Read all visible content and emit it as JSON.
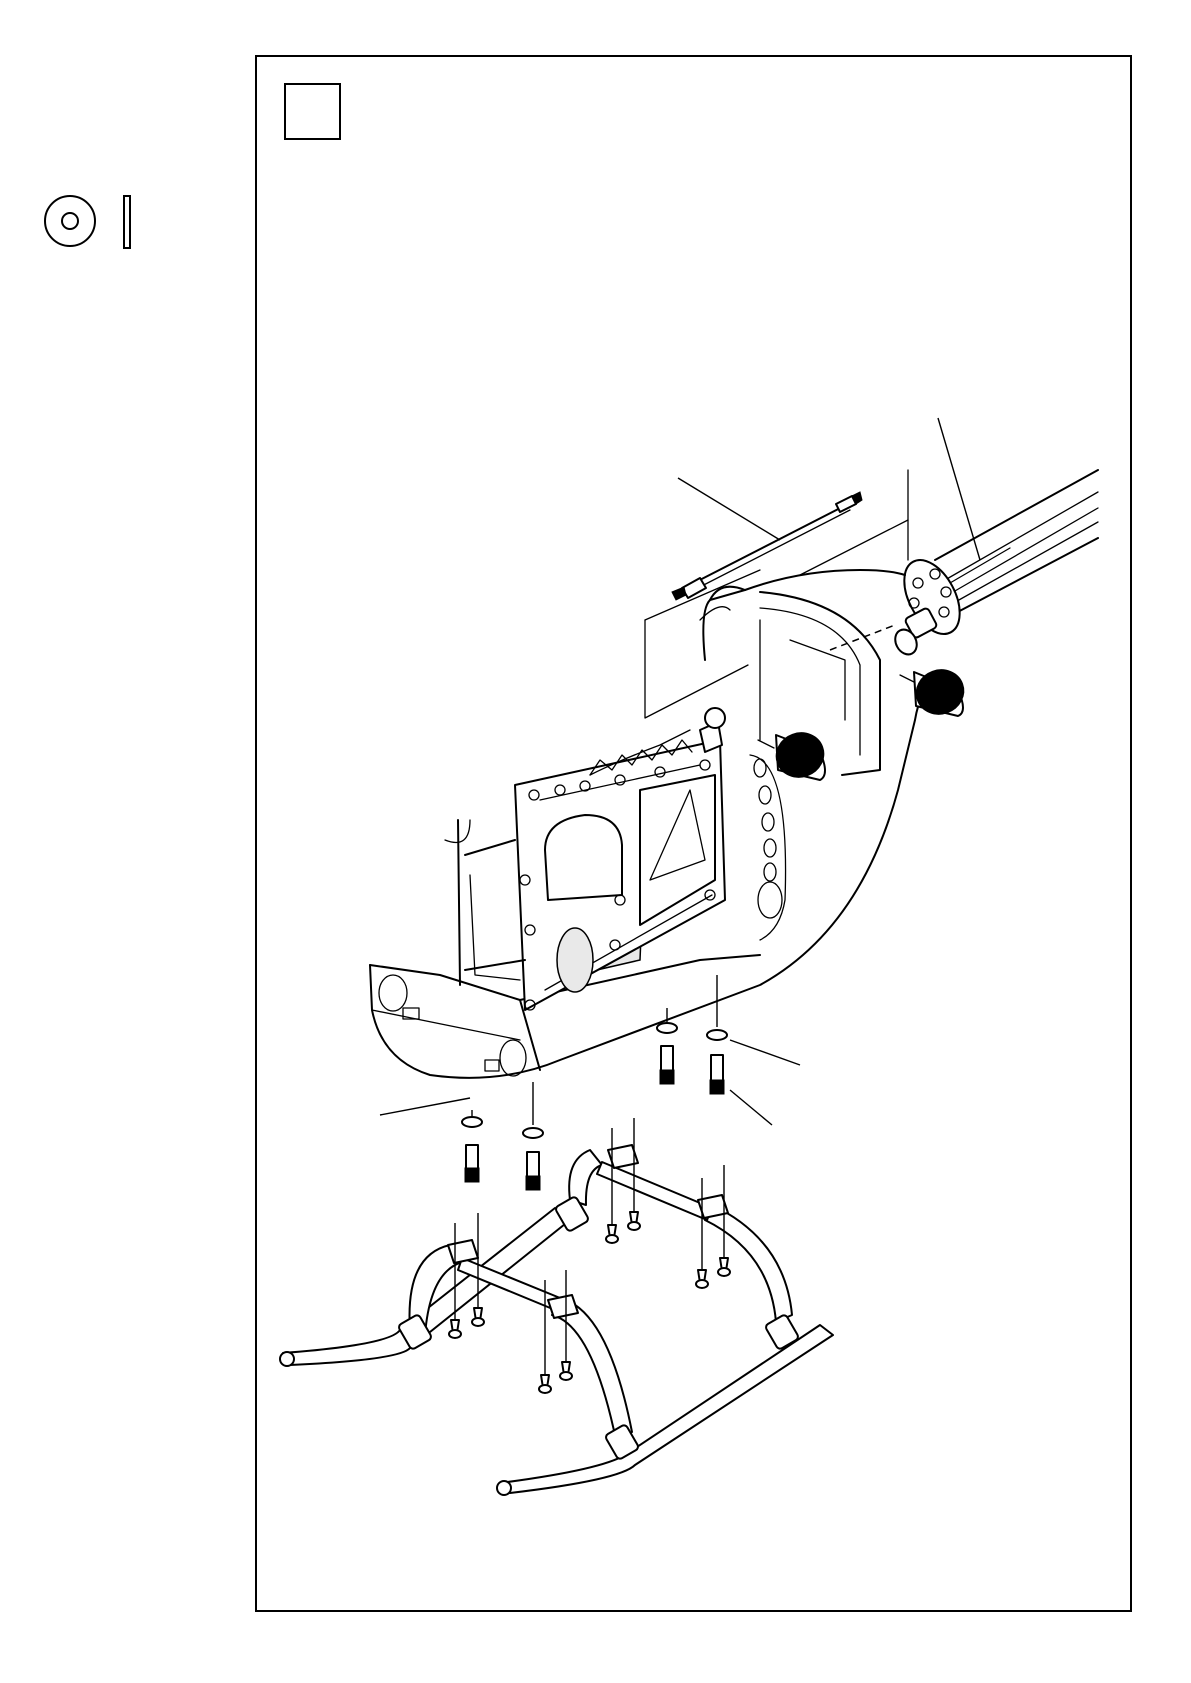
{
  "step": {
    "number": ""
  },
  "hardware_callout": {
    "icons": [
      "washer-face-icon",
      "washer-edge-icon"
    ]
  },
  "parts": [
    "tail-boom",
    "tail-pushrod",
    "mechanics-frame",
    "fuselage-canopy",
    "boom-mount-caps",
    "skid-landing-gear",
    "skid-mount-screws",
    "frame-mount-bolts",
    "washers"
  ],
  "colors": {
    "line": "#000000",
    "paper": "#ffffff",
    "shade": "#e9e9e9"
  }
}
